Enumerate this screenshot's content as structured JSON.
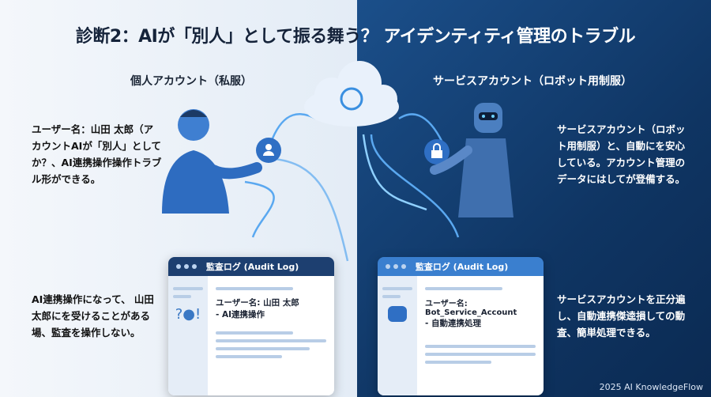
{
  "title": {
    "part1": "診断2：AIが「別人」として振る舞う",
    "part2": "？ アイデンティティ管理のトラブル"
  },
  "left": {
    "heading": "個人アカウント（私服）",
    "description": "ユーザー名：山田 太郎（アカウントAIが「別人」としてか？、AI連携操作操作トラブル形ができる。",
    "note": "AI連携操作になって、 山田太郎にを受けることがある場、監査を操作しない。",
    "log": {
      "title": "監査ログ (Audit Log)",
      "user": "ユーザー名: 山田 太郎",
      "action": "- AI連携操作"
    }
  },
  "right": {
    "heading": "サービスアカウント（ロボット用制服）",
    "description": "サービスアカウント（ロボット用制服）と、自動にを安心している。アカウント管理のデータにはしてが登備する。",
    "note": "サービスアカウントを正分遍し、自動連携傑逵損しての動査、簡単処理できる。",
    "log": {
      "title": "監査ログ (Audit Log)",
      "user": "ユーザー名: Bot_Service_Account",
      "action": "- 自動連携処理"
    }
  },
  "footer": "2025 AI KnowledgeFlow",
  "colors": {
    "dark_blue": "#0f3563",
    "accent": "#3a8fe0",
    "left_log_bar": "#1d3f70",
    "right_log_bar": "#3a7fcf"
  }
}
